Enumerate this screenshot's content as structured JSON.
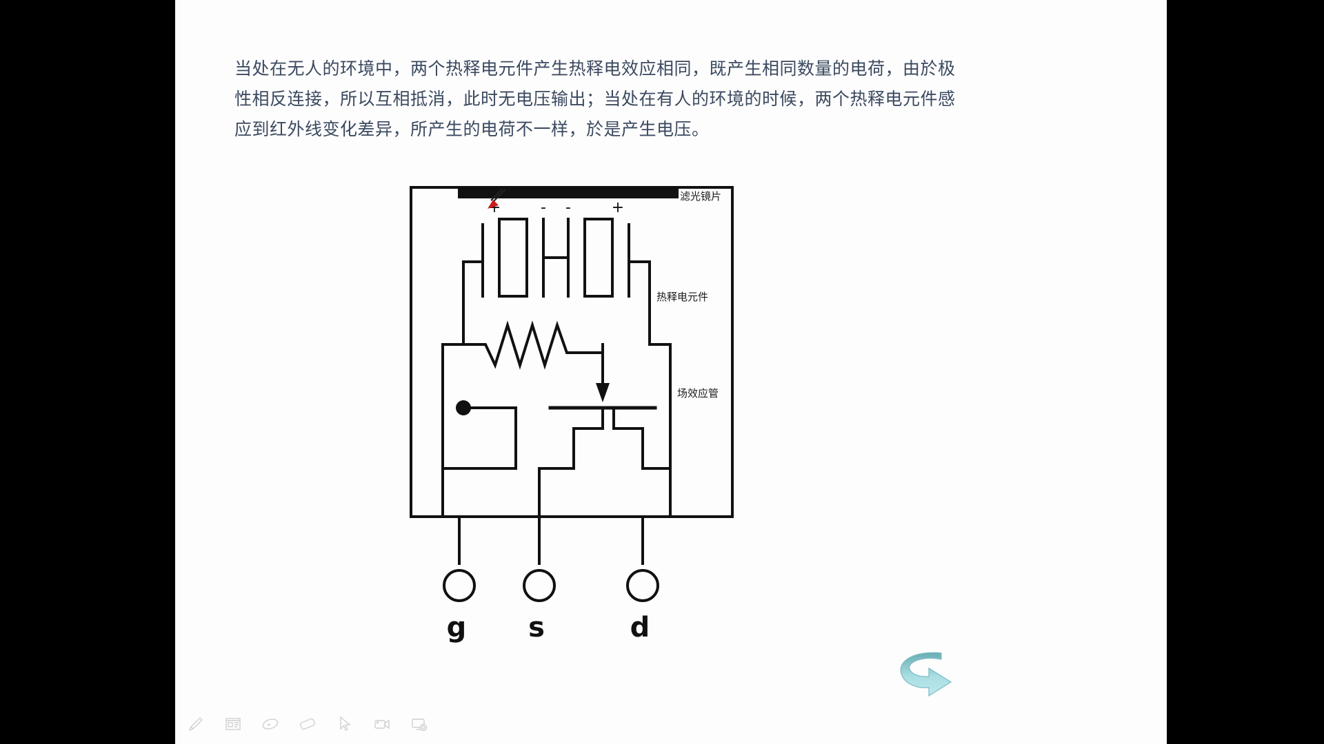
{
  "app": {
    "background_color": "#000000",
    "slide_background": "#fdfdfd",
    "accent_color": "#7fc6cc"
  },
  "slide": {
    "paragraph": {
      "line1": "当处在无人的环境中，两个热释电元件产生热释电效应相同，既产生相同数量的电荷，由於极",
      "line2": "性相反连接，所以互相抵消，此时无电压输出；当处在有人的环境的时候，两个热释电元件感",
      "line3": "应到红外线变化差异，所产生的电荷不一样，於是产生电压。",
      "text_color": "#2b3a52"
    },
    "diagram": {
      "title": "pyroelectric-sensor-schematic",
      "labels": {
        "filter_lens": "滤光镜片",
        "pyroelectric_element": "热释电元件",
        "fet": "场效应管"
      },
      "polarity_marks": [
        "+",
        "-",
        "-",
        "+"
      ],
      "terminals": [
        {
          "id": "g",
          "label": "g"
        },
        {
          "id": "s",
          "label": "s"
        },
        {
          "id": "d",
          "label": "d"
        }
      ],
      "stroke_color": "#111111"
    }
  },
  "toolbar": {
    "items": [
      {
        "name": "pen-icon",
        "label": "画笔"
      },
      {
        "name": "whiteboard-icon",
        "label": "白板"
      },
      {
        "name": "laser-pointer-icon",
        "label": "激光笔"
      },
      {
        "name": "eraser-icon",
        "label": "橡皮擦"
      },
      {
        "name": "cursor-icon",
        "label": "选择"
      },
      {
        "name": "video-camera-icon",
        "label": "摄像头"
      },
      {
        "name": "screen-share-icon",
        "label": "屏幕共享"
      }
    ]
  },
  "next_arrow": {
    "name": "curved-arrow-icon",
    "label": "下一页",
    "color": "#7fc6cc"
  }
}
